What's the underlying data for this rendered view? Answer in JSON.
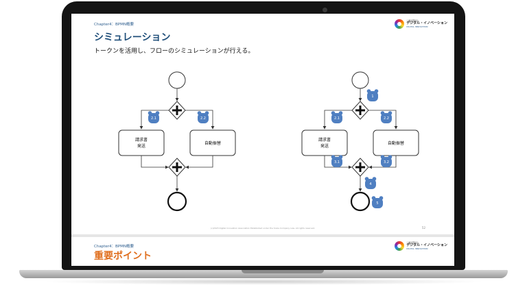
{
  "slides": [
    {
      "chapter": "Chapter4：BPMN概要",
      "title": "シミュレーション",
      "subtitle": "トークンを活用し、フローのシミュレーションが行える。",
      "logo": {
        "small": "一般社団法人",
        "main": "デジタル・イノベーション",
        "sub": "DIGITAL INNOVATION"
      },
      "footer": "(c)2023 Digital Innovation Association Established under the Scale Company Law. All rights reserved.",
      "page_number": "52",
      "diagrams": [
        {
          "task_left": [
            "請求書",
            "発送"
          ],
          "task_right": "自動振替",
          "tokens": [
            "2.1",
            "2.2"
          ]
        },
        {
          "task_left": [
            "請求書",
            "発送"
          ],
          "task_right": "自動振替",
          "tokens": [
            "1",
            "2.1",
            "2.2",
            "3.1",
            "3.2",
            "4",
            "5"
          ]
        }
      ]
    },
    {
      "chapter": "Chapter4：BPMN概要",
      "title": "重要ポイント",
      "logo": {
        "small": "一般社団法人",
        "main": "デジタル・イノベーション",
        "sub": "DIGITAL INNOVATION"
      }
    }
  ],
  "colors": {
    "title": "#1f4e79",
    "title_alt": "#e07020",
    "token": "#4f7fc1",
    "chapter": "#2f5f8f"
  }
}
